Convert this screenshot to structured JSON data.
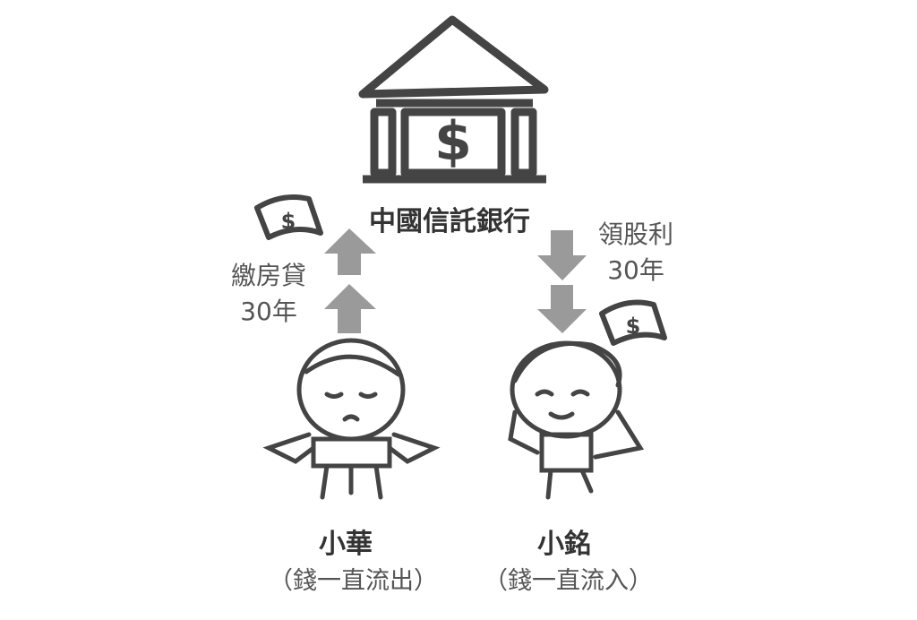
{
  "bank": {
    "name": "中國信託銀行",
    "symbol": "$"
  },
  "left_flow": {
    "line1": "繳房貸",
    "line2": "30年"
  },
  "right_flow": {
    "line1": "領股利",
    "line2": "30年"
  },
  "left_person": {
    "name": "小華",
    "note": "（錢一直流出）"
  },
  "right_person": {
    "name": "小銘",
    "note": "（錢一直流入）"
  },
  "colors": {
    "ink": "#444444",
    "arrow": "#9a9a9a"
  }
}
